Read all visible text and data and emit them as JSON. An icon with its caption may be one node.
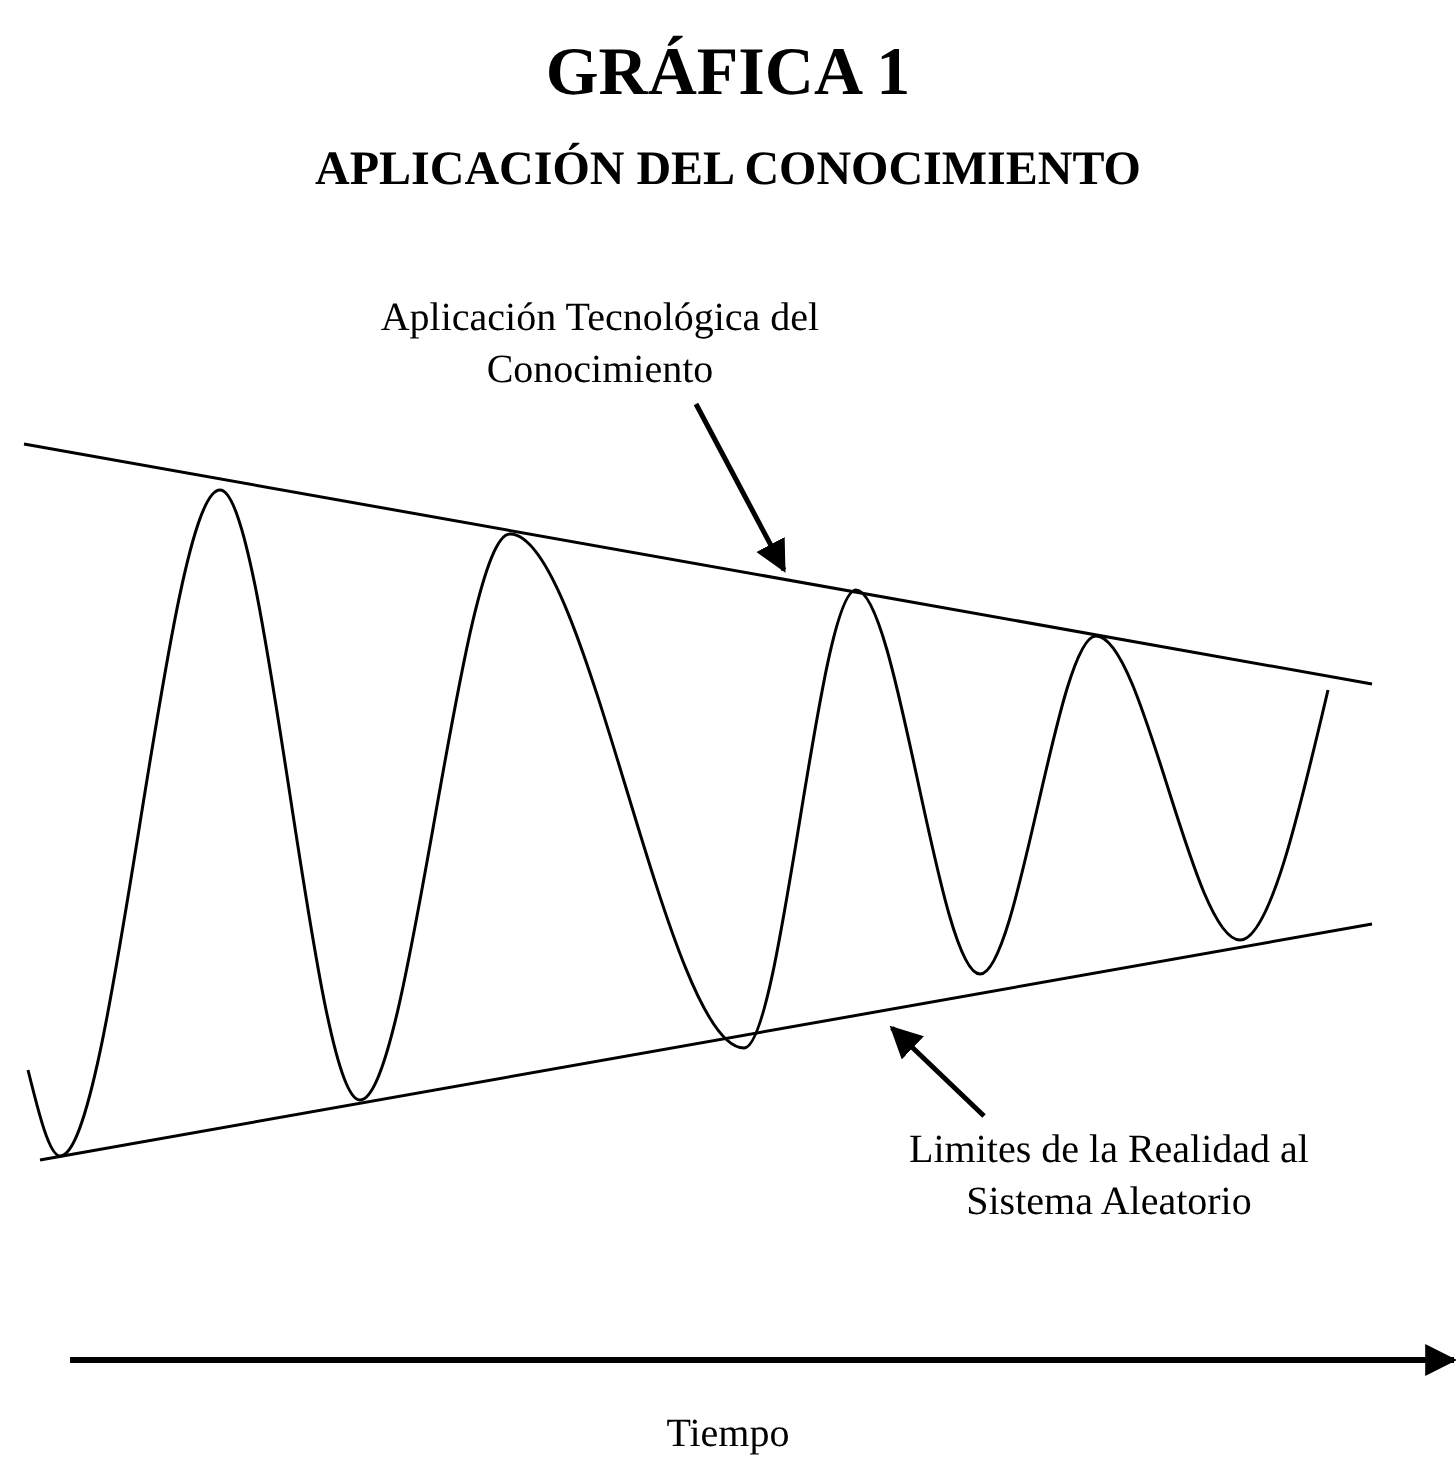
{
  "diagram": {
    "title": "GRÁFICA 1",
    "nodes": [
      {
        "text": [
          "Aplicación Tecnológica del Conocimiento"
        ]
      },
      {
        "text": [
          "Limites de la Realidad al Sistema Aleatorio"
        ]
      }
    ],
    "edges": [
      {
        "from": 0,
        "to": null,
        "arrow": "to"
      },
      {
        "from": 1,
        "to": null,
        "arrow": "to"
      }
    ],
    "labels": [
      "APLICACIÓN DEL CONOCIMIENTO",
      "Tiempo"
    ]
  }
}
